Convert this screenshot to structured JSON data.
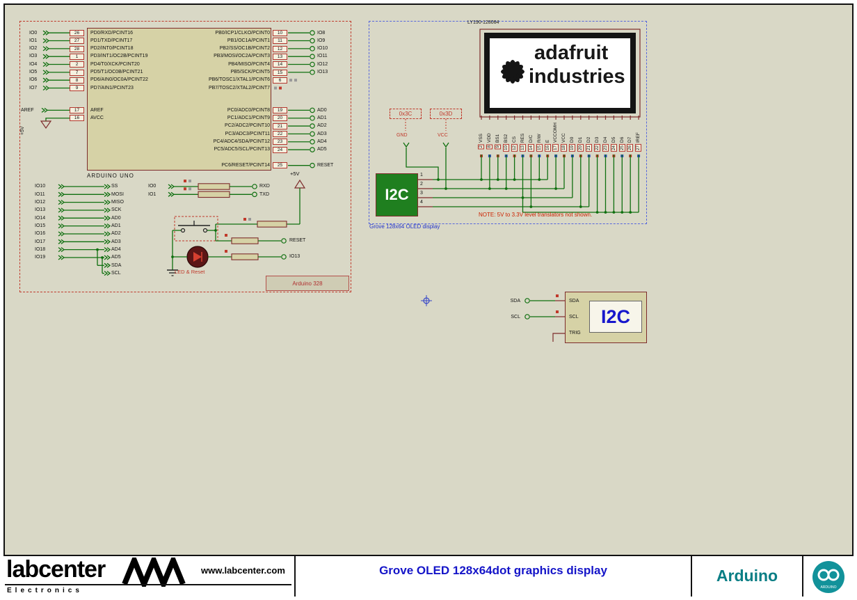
{
  "arduino": {
    "chip_title": "ARDUINO UNO",
    "module_label": "Arduino 328",
    "led_reset_label": "LED & Reset",
    "power_5v": "+5V",
    "reset_label": "RESET",
    "io13_label": "IO13",
    "pd_rows": [
      {
        "io": "IO0",
        "num": "26",
        "name": "PD0/RXD/PCINT16"
      },
      {
        "io": "IO1",
        "num": "27",
        "name": "PD1/TXD/PCINT17"
      },
      {
        "io": "IO2",
        "num": "28",
        "name": "PD2/INT0/PCINT18"
      },
      {
        "io": "IO3",
        "num": "1",
        "name": "PD3/INT1/OC2B/PCINT19"
      },
      {
        "io": "IO4",
        "num": "2",
        "name": "PD4/T0/XCK/PCINT20"
      },
      {
        "io": "IO5",
        "num": "7",
        "name": "PD5/T1/OC0B/PCINT21"
      },
      {
        "io": "IO6",
        "num": "8",
        "name": "PD6/AIN0/OC0A/PCINT22"
      },
      {
        "io": "IO7",
        "num": "9",
        "name": "PD7/AIN1/PCINT23"
      }
    ],
    "power_rows": [
      {
        "io": "AREF",
        "num": "17",
        "name": "AREF"
      },
      {
        "io": "",
        "num": "16",
        "name": "AVCC"
      }
    ],
    "pb_rows": [
      {
        "num": "10",
        "name": "PB0/ICP1/CLKO/PCINT0",
        "io": "IO8"
      },
      {
        "num": "11",
        "name": "PB1/OC1A/PCINT1",
        "io": "IO9"
      },
      {
        "num": "12",
        "name": "PB2/SS/OC1B/PCINT2",
        "io": "IO10"
      },
      {
        "num": "13",
        "name": "PB3/MOSI/OC2A/PCINT3",
        "io": "IO11"
      },
      {
        "num": "14",
        "name": "PB4/MISO/PCINT4",
        "io": "IO12"
      },
      {
        "num": "15",
        "name": "PB5/SCK/PCINT5",
        "io": "IO13"
      },
      {
        "num": "6",
        "name": "PB6/TOSC1/XTAL1/PCINT6",
        "io": ""
      },
      {
        "num": "",
        "name": "PB7/TOSC2/XTAL2/PCINT7",
        "io": ""
      }
    ],
    "pc_rows": [
      {
        "num": "19",
        "name": "PC0/ADC0/PCINT8",
        "io": "AD0"
      },
      {
        "num": "20",
        "name": "PC1/ADC1/PCINT9",
        "io": "AD1"
      },
      {
        "num": "21",
        "name": "PC2/ADC2/PCINT10",
        "io": "AD2"
      },
      {
        "num": "22",
        "name": "PC3/ADC3/PCINT11",
        "io": "AD3"
      },
      {
        "num": "23",
        "name": "PC4/ADC4/SDA/PCINT12",
        "io": "AD4"
      },
      {
        "num": "24",
        "name": "PC5/ADC5/SCL/PCINT13",
        "io": "AD5"
      },
      {
        "num": "",
        "name": "",
        "io": ""
      },
      {
        "num": "25",
        "name": "PC6/RESET/PCINT14",
        "io": "RESET"
      }
    ],
    "io_rows": [
      "IO10",
      "IO11",
      "IO12",
      "IO13",
      "IO14",
      "IO15",
      "IO16",
      "IO17",
      "IO18",
      "IO19"
    ],
    "signal_rows": [
      "SS",
      "MOSI",
      "MISO",
      "SCK",
      "AD0",
      "AD1",
      "AD2",
      "AD3",
      "AD4",
      "AD5",
      "SDA",
      "SCL"
    ],
    "serial_rows": [
      {
        "io": "IO0",
        "sig": "RXD"
      },
      {
        "io": "IO1",
        "sig": "TXD"
      }
    ]
  },
  "oled": {
    "part_number": "LY190-128064",
    "brand_line1": "adafruit",
    "brand_line2": "industries",
    "pins": [
      {
        "name": "VSS",
        "num": "2"
      },
      {
        "name": "VDD",
        "num": "8"
      },
      {
        "name": "BS1",
        "num": "9"
      },
      {
        "name": "BS2",
        "num": "10"
      },
      {
        "name": "CS",
        "num": "12"
      },
      {
        "name": "RES",
        "num": "13"
      },
      {
        "name": "D/C",
        "num": "14"
      },
      {
        "name": "R/W",
        "num": "15"
      },
      {
        "name": "E",
        "num": "16"
      },
      {
        "name": "VCCOMH",
        "num": "17"
      },
      {
        "name": "VCC",
        "num": "18"
      },
      {
        "name": "D0",
        "num": "19"
      },
      {
        "name": "D1",
        "num": "20"
      },
      {
        "name": "D2",
        "num": "21"
      },
      {
        "name": "D3",
        "num": "22"
      },
      {
        "name": "D4",
        "num": "23"
      },
      {
        "name": "D5",
        "num": "24"
      },
      {
        "name": "D6",
        "num": "25"
      },
      {
        "name": "D7",
        "num": "26"
      },
      {
        "name": "IREF",
        "num": "27"
      }
    ],
    "i2c_label": "I2C",
    "i2c_pin_numbers": [
      "1",
      "2",
      "3",
      "4"
    ],
    "addr1": "0x3C",
    "addr1_net": "GND",
    "addr2": "0x3D",
    "addr2_net": "VCC",
    "caption": "Grove 128x64 OLED display",
    "note": "NOTE: 5V to 3.3V level translators not shown."
  },
  "i2c_module": {
    "label": "I2C",
    "pin_labels": [
      "SDA",
      "SCL",
      "TRIG"
    ],
    "net_labels": [
      "SDA",
      "SCL"
    ]
  },
  "title_block": {
    "company": "labcenter",
    "company_sub": "Electronics",
    "website": "www.labcenter.com",
    "doc_title": "Grove OLED 128x64dot graphics display",
    "project": "Arduino",
    "logo_text": "ARDUINO"
  }
}
